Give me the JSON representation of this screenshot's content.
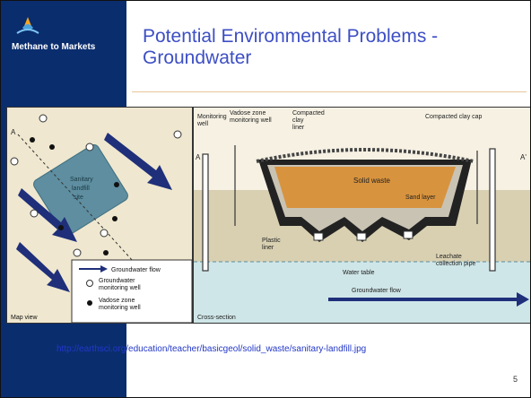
{
  "sidebar": {
    "logo_text": "Methane to Markets"
  },
  "title": {
    "line1": "Potential Environmental Problems -",
    "line2": "Groundwater"
  },
  "map_view": {
    "corner_label": "Map view",
    "site_label_lines": [
      "Sanitary",
      "landfill",
      "site"
    ],
    "section_end_a": "A",
    "section_end_b": "A'",
    "legend": {
      "flow": "Groundwater flow",
      "gw_well_lines": [
        "Groundwater",
        "monitoring well"
      ],
      "vz_well_lines": [
        "Vadose zone",
        "monitoring well"
      ]
    }
  },
  "cross_section": {
    "corner_label": "Cross-section",
    "end_a": "A",
    "end_b": "A'",
    "labels": {
      "monitoring_well": [
        "Monitoring",
        "well"
      ],
      "vadose_well": [
        "Vadose zone",
        "monitoring well"
      ],
      "compacted_liner": [
        "Compacted",
        "clay",
        "liner"
      ],
      "clay_cap": "Compacted clay cap",
      "solid_waste": "Solid waste",
      "sand_layer": "Sand layer",
      "plastic_liner": [
        "Plastic",
        "liner"
      ],
      "water_table": "Water table",
      "leachate_pipe": [
        "Leachate",
        "collection pipe"
      ],
      "groundwater_flow": "Groundwater flow"
    }
  },
  "footer": {
    "url": "http://earthsci.org/education/teacher/basicgeol/solid_waste/sanitary-landfill.jpg",
    "page_number": "5"
  },
  "colors": {
    "sidebar": "#0a2d6e",
    "title": "#3d4fc4",
    "arrow": "#1f2f7a",
    "landfill_site": "#5e8ea0",
    "waste": "#d8933e",
    "water": "#cfe6e8"
  }
}
